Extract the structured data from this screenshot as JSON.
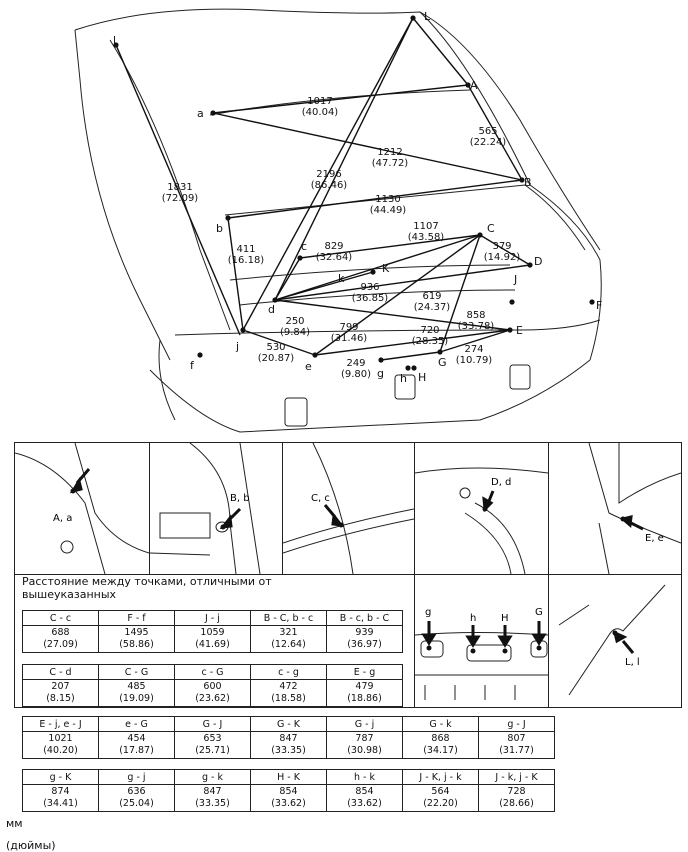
{
  "measurements": [
    {
      "value": "1017",
      "inch": "(40.04)"
    },
    {
      "value": "565",
      "inch": "(22.24)"
    },
    {
      "value": "1212",
      "inch": "(47.72)"
    },
    {
      "value": "2196",
      "inch": "(86.46)"
    },
    {
      "value": "1831",
      "inch": "(72.09)"
    },
    {
      "value": "1130",
      "inch": "(44.49)"
    },
    {
      "value": "1107",
      "inch": "(43.58)"
    },
    {
      "value": "411",
      "inch": "(16.18)"
    },
    {
      "value": "829",
      "inch": "(32.64)"
    },
    {
      "value": "379",
      "inch": "(14.92)"
    },
    {
      "value": "936",
      "inch": "(36.85)"
    },
    {
      "value": "619",
      "inch": "(24.37)"
    },
    {
      "value": "858",
      "inch": "(33.78)"
    },
    {
      "value": "250",
      "inch": "(9.84)"
    },
    {
      "value": "799",
      "inch": "(31.46)"
    },
    {
      "value": "720",
      "inch": "(28.35)"
    },
    {
      "value": "530",
      "inch": "(20.87)"
    },
    {
      "value": "274",
      "inch": "(10.79)"
    },
    {
      "value": "249",
      "inch": "(9.80)"
    }
  ],
  "points": {
    "L": "L",
    "A": "A",
    "a": "a",
    "l": "l",
    "B": "B",
    "b": "b",
    "C": "C",
    "c": "c",
    "D": "D",
    "k": "k",
    "K": "K",
    "d": "d",
    "J": "J",
    "E": "E",
    "F": "F",
    "j": "j",
    "e": "e",
    "f": "f",
    "g": "g",
    "G": "G",
    "h": "h",
    "H": "H"
  },
  "detail_labels": {
    "Aa": "A, a",
    "Bb": "B, b",
    "Cc": "C, c",
    "Dd": "D, d",
    "Ee": "E, e",
    "Ll": "L, l",
    "g": "g",
    "h": "h",
    "H": "H",
    "G": "G"
  },
  "note": "Расстояние между точками, отличными от вышеуказанных",
  "tables": [
    {
      "headers": [
        "C - c",
        "F - f",
        "J - j",
        "B - C, b - c",
        "B - c, b - C"
      ],
      "values": [
        [
          "688",
          "(27.09)"
        ],
        [
          "1495",
          "(58.86)"
        ],
        [
          "1059",
          "(41.69)"
        ],
        [
          "321",
          "(12.64)"
        ],
        [
          "939",
          "(36.97)"
        ]
      ]
    },
    {
      "headers": [
        "C - d",
        "C - G",
        "c - G",
        "c - g",
        "E - g"
      ],
      "values": [
        [
          "207",
          "(8.15)"
        ],
        [
          "485",
          "(19.09)"
        ],
        [
          "600",
          "(23.62)"
        ],
        [
          "472",
          "(18.58)"
        ],
        [
          "479",
          "(18.86)"
        ]
      ]
    },
    {
      "headers": [
        "E - j, e - J",
        "e - G",
        "G - J",
        "G - K",
        "G - j",
        "G - k",
        "g - J"
      ],
      "values": [
        [
          "1021",
          "(40.20)"
        ],
        [
          "454",
          "(17.87)"
        ],
        [
          "653",
          "(25.71)"
        ],
        [
          "847",
          "(33.35)"
        ],
        [
          "787",
          "(30.98)"
        ],
        [
          "868",
          "(34.17)"
        ],
        [
          "807",
          "(31.77)"
        ]
      ]
    },
    {
      "headers": [
        "g - K",
        "g - j",
        "g - k",
        "H - K",
        "h - k",
        "J - K, j - k",
        "J - k, j - K"
      ],
      "values": [
        [
          "874",
          "(34.41)"
        ],
        [
          "636",
          "(25.04)"
        ],
        [
          "847",
          "(33.35)"
        ],
        [
          "854",
          "(33.62)"
        ],
        [
          "854",
          "(33.62)"
        ],
        [
          "564",
          "(22.20)"
        ],
        [
          "728",
          "(28.66)"
        ]
      ]
    }
  ],
  "units": {
    "mm": "мм",
    "inch": "(дюймы)"
  }
}
